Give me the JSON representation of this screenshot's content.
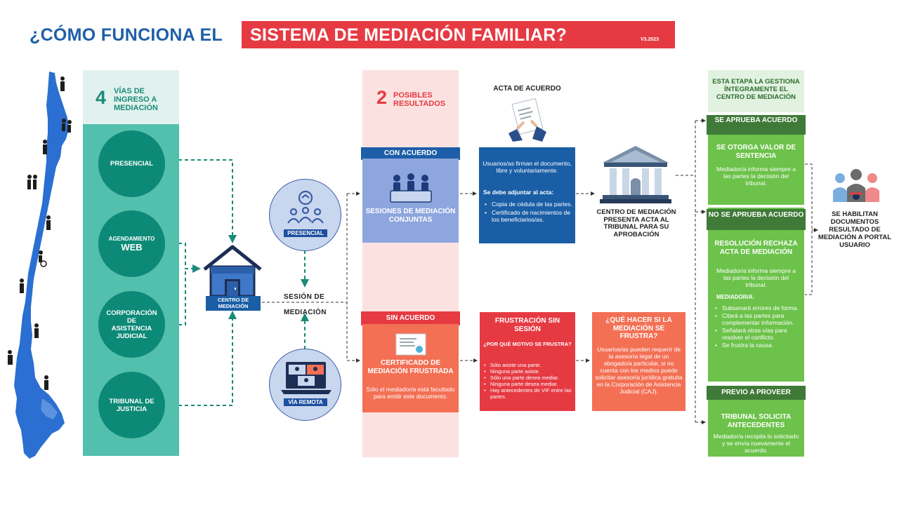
{
  "header": {
    "title_left": "¿CÓMO FUNCIONA EL",
    "title_right": "SISTEMA DE MEDIACIÓN FAMILIAR?",
    "version": "V3.2023"
  },
  "ingreso": {
    "number": "4",
    "label": "VÍAS DE INGRESO A MEDIACIÓN",
    "ways": [
      {
        "label": "PRESENCIAL"
      },
      {
        "label_top": "AGENDAMIENTO",
        "label_big": "WEB"
      },
      {
        "label": "CORPORACIÓN DE ASISTENCIA JUDICIAL"
      },
      {
        "label": "TRIBUNAL DE JUSTICIA"
      }
    ]
  },
  "centro": {
    "label": "CENTRO DE MEDIACIÓN",
    "icon": "house-icon"
  },
  "sesion": {
    "label_line1": "SESIÓN DE",
    "label_line2": "MEDIACIÓN",
    "presencial_tag": "PRESENCIAL",
    "remota_tag": "VÍA REMOTA"
  },
  "resultados": {
    "number": "2",
    "label": "POSIBLES RESULTADOS",
    "con_acuerdo": "CON ACUERDO",
    "sesiones": "SESIONES DE MEDIACIÓN CONJUNTAS",
    "sin_acuerdo": "SIN ACUERDO",
    "certificado_title": "CERTIFICADO DE MEDIACIÓN FRUSTRADA",
    "certificado_body": "Sólo el mediador/a está facultado para emitir este documento."
  },
  "acta": {
    "title": "ACTA DE ACUERDO",
    "intro": "Usuarios/as firman el documento, libre y voluntariamente.",
    "adjuntar": "Se debe adjuntar al acta:",
    "items": [
      "Copia de cédula de las partes.",
      "Certificado de nacimientos de los beneficiarios/as."
    ],
    "centro_presenta": "CENTRO DE MEDIACIÓN PRESENTA ACTA AL TRIBUNAL PARA SU APROBACIÓN"
  },
  "frustracion": {
    "title": "FRUSTRACIÓN SIN SESIÓN",
    "question": "¿POR QUÉ MOTIVO SE FRUSTRA?",
    "items": [
      "Sólo asiste una parte.",
      "Ninguna parte asiste.",
      "Sólo una parte desea mediar.",
      "Ninguna parte desea mediar.",
      "Hay antecedentes de VIF entre las partes."
    ]
  },
  "que_hacer": {
    "title": "¿QUÉ HACER SI LA MEDIACIÓN SE FRUSTRA?",
    "body": "Usuarios/as pueden requerir de la asesoría legal de un abogado/a particular, si no cuenta con los medios puede solicitar asesoría jurídica gratuita en la Corporación de Asistencia Judicial (CAJ)."
  },
  "tribunal": {
    "gestiona": "ESTA ETAPA LA GESTIONA ÍNTEGRAMENTE EL CENTRO DE MEDIACIÓN",
    "aprueba_bar": "SE APRUEBA ACUERDO",
    "aprueba_title": "SE OTORGA VALOR DE SENTENCIA",
    "aprueba_body": "Mediador/a informa siempre a las partes la decisión del tribunal.",
    "no_aprueba_bar": "NO SE APRUEBA ACUERDO",
    "rechaza_title": "RESOLUCIÓN RECHAZA ACTA DE MEDIACIÓN",
    "rechaza_body": "Mediador/a informa siempre a las partes la decisión del tribunal.",
    "mediador_label": "MEDIADOR/A:",
    "mediador_items": [
      "Subsanará errores de forma.",
      "Citará a las partes para complementar información.",
      "Señalará otras vías para resolver el conflicto.",
      "Se frustra la causa."
    ],
    "previo_bar": "PREVIO A PROVEER",
    "previo_title": "TRIBUNAL SOLICITA ANTECEDENTES",
    "previo_body": "Mediador/a recopila lo solicitado y se envía nuevamente el acuerdo."
  },
  "final": {
    "text": "SE HABILITAN DOCUMENTOS RESULTADO DE MEDIACIÓN A PORTAL USUARIO"
  },
  "colors": {
    "blue": "#1a5ea6",
    "red": "#e63a43",
    "teal": "#0d8a77",
    "green": "#6cc24a",
    "dark_green": "#3f7a38",
    "salmon": "#f37055"
  }
}
